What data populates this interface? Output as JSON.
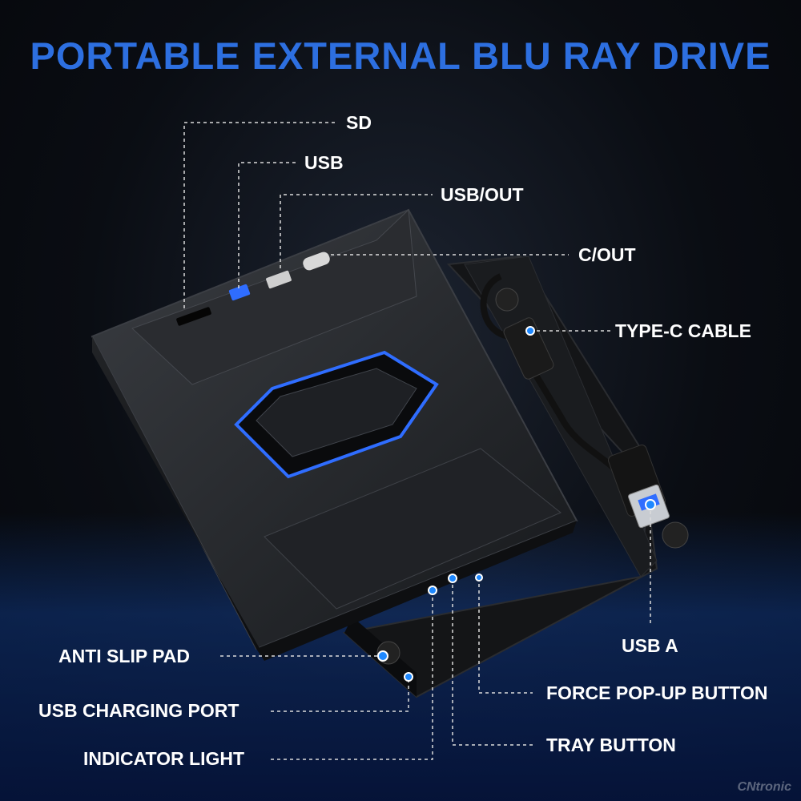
{
  "title": "PORTABLE EXTERNAL BLU RAY DRIVE",
  "callouts": {
    "sd": "SD",
    "usb": "USB",
    "usb_out": "USB/OUT",
    "c_out": "C/OUT",
    "type_c_cable": "TYPE-C CABLE",
    "usb_a": "USB A",
    "anti_slip_pad": "ANTI SLIP PAD",
    "usb_charging_port": "USB CHARGING PORT",
    "indicator_light": "INDICATOR LIGHT",
    "force_popup_button": "FORCE POP-UP BUTTON",
    "tray_button": "TRAY BUTTON"
  },
  "watermark": "CNtronic",
  "colors": {
    "title": "#2d6fe0",
    "accent_led": "#2f6dff",
    "callout_dot": "#1e88ff"
  }
}
